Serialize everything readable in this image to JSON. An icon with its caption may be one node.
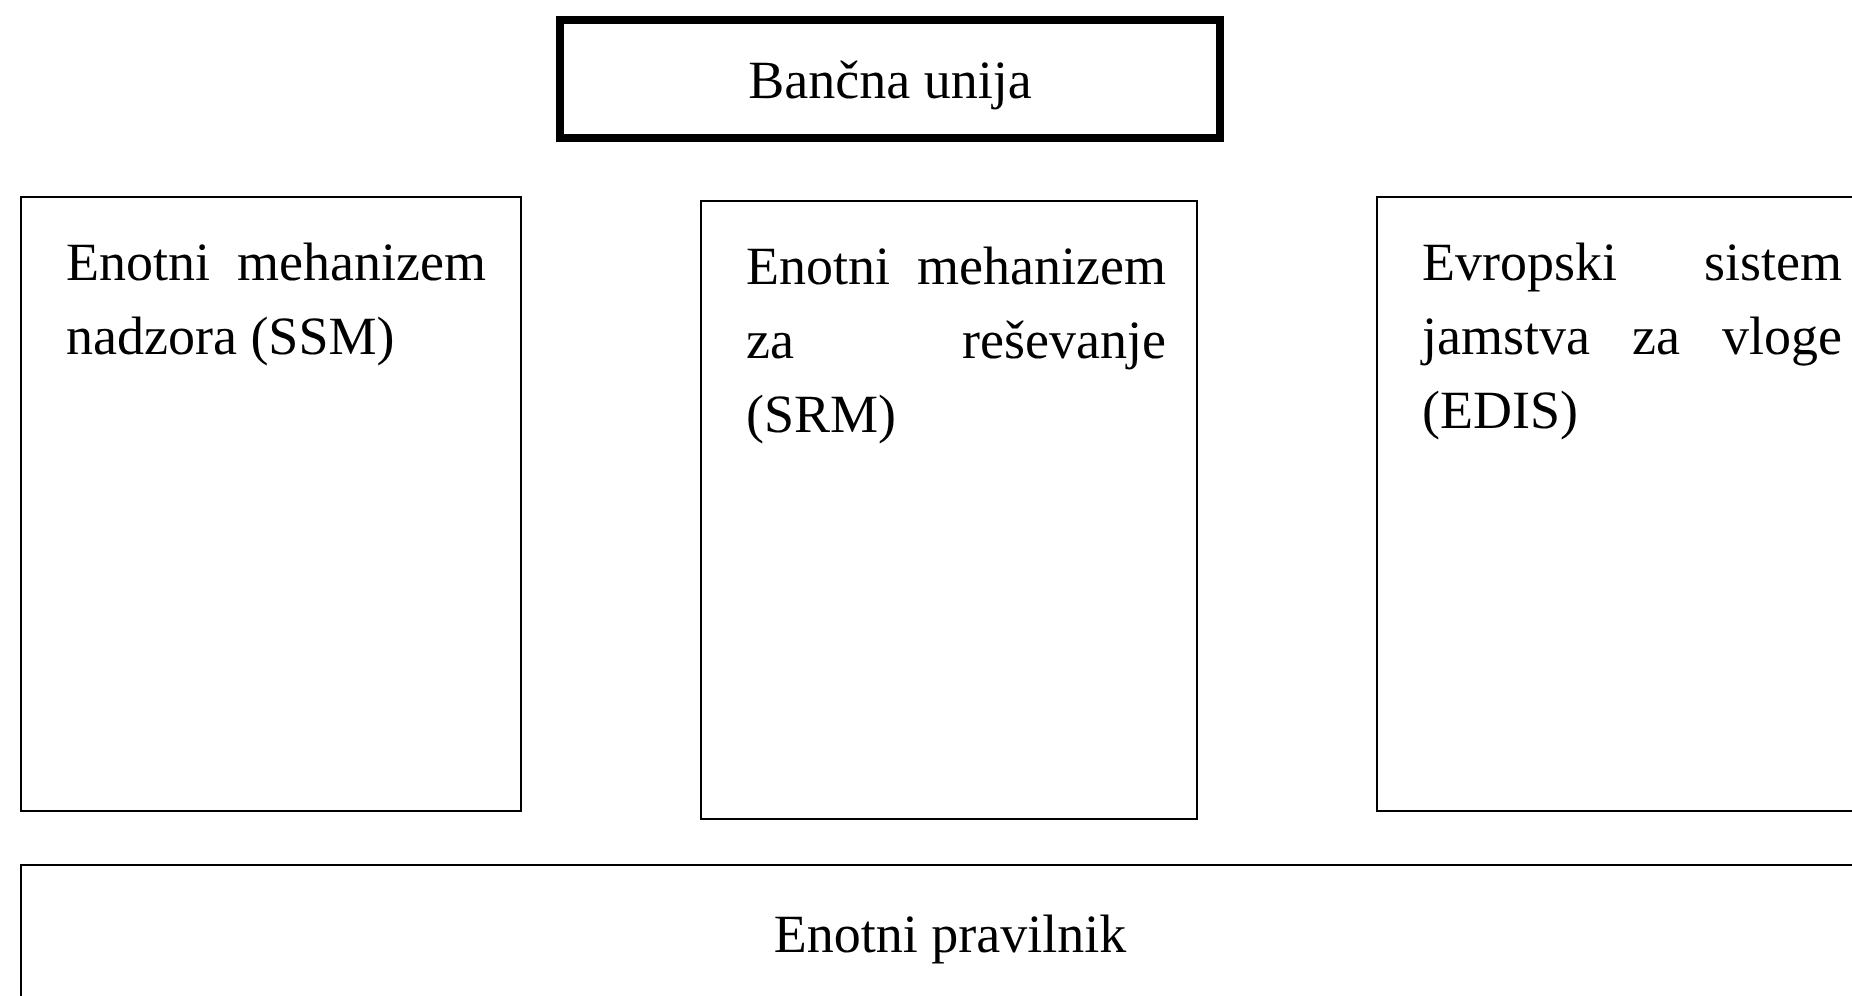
{
  "diagram": {
    "nodes": [
      {
        "text": [
          "Bančna unija"
        ]
      },
      {
        "text": [
          "Enotni mehanizem nadzora (SSM)"
        ]
      },
      {
        "text": [
          "Enotni mehanizem za reševanje (SRM)"
        ]
      },
      {
        "text": [
          "Evropski sistem jamstva za vloge (EDIS)"
        ]
      },
      {
        "text": [
          "Enotni pravilnik"
        ]
      }
    ]
  }
}
